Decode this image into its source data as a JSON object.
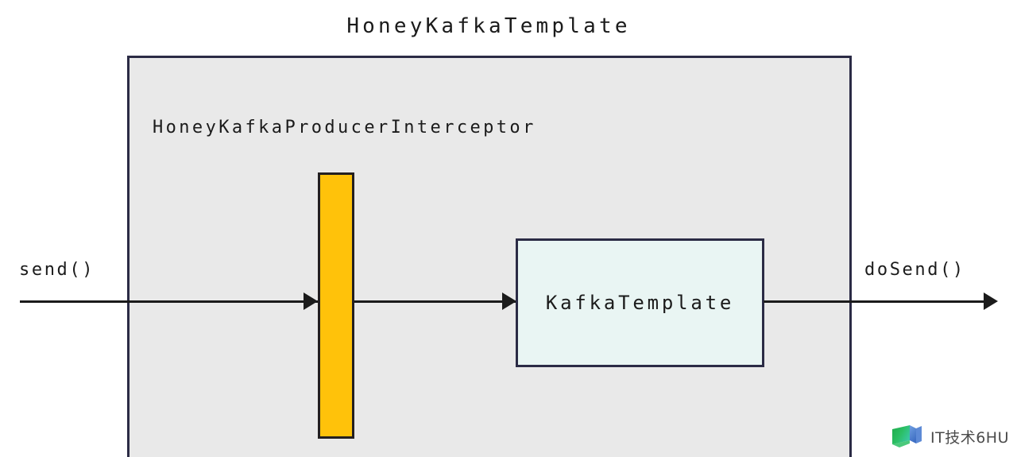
{
  "diagram": {
    "title": "HoneyKafkaTemplate",
    "type": "flow-diagram",
    "outer_container": {
      "name": "HoneyKafkaTemplate",
      "inner_label": "HoneyKafkaProducerInterceptor",
      "fill_color": "#e9e9e9",
      "border_color": "#2b2b45"
    },
    "nodes": [
      {
        "id": "interceptor-bar",
        "label": "",
        "shape": "vertical-bar",
        "fill_color": "#ffc20a",
        "border_color": "#231f20"
      },
      {
        "id": "kafka-template",
        "label": "KafkaTemplate",
        "shape": "rectangle",
        "fill_color": "#e9f5f3",
        "border_color": "#2b2b45"
      }
    ],
    "flow": {
      "input_label": "send()",
      "output_label": "doSend()",
      "arrow_color": "#1b1b1b",
      "steps": [
        "send()",
        "HoneyKafkaProducerInterceptor",
        "KafkaTemplate",
        "doSend()"
      ]
    },
    "watermark": {
      "text": "IT技术6HU",
      "mark_colors": [
        "#22b14c",
        "#4a7fd4"
      ]
    }
  }
}
